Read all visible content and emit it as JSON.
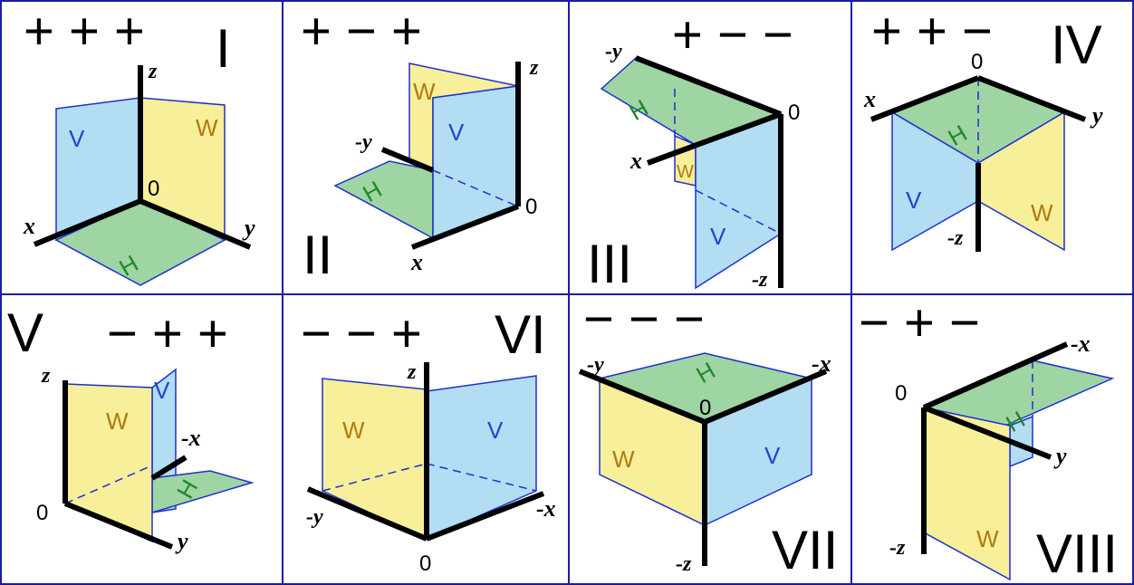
{
  "colors": {
    "grid_border": "#1a1aa8",
    "plane_V": "#b3ddf2",
    "plane_W": "#f8ef9a",
    "plane_H": "#9fd4a3",
    "letter_V": "#2244cc",
    "letter_W": "#b07a10",
    "letter_H": "#1f8a2a",
    "edge": "#1e2fd0",
    "axis": "#000000"
  },
  "plane_letters": {
    "V": "V",
    "W": "W",
    "H": "H"
  },
  "octants": [
    {
      "roman": "I",
      "signs": "+ + +",
      "origin": "0",
      "axes": {
        "x": "x",
        "y": "y",
        "z": "z"
      }
    },
    {
      "roman": "II",
      "signs": "+ − +",
      "origin": "0",
      "axes": {
        "x": "x",
        "y": "-y",
        "z": "z"
      }
    },
    {
      "roman": "III",
      "signs": "+ − −",
      "origin": "0",
      "axes": {
        "x": "x",
        "y": "-y",
        "z": "-z"
      }
    },
    {
      "roman": "IV",
      "signs": "+ + −",
      "origin": "0",
      "axes": {
        "x": "x",
        "y": "y",
        "z": "-z"
      }
    },
    {
      "roman": "V",
      "signs": "− + +",
      "origin": "0",
      "axes": {
        "x": "-x",
        "y": "y",
        "z": "z"
      }
    },
    {
      "roman": "VI",
      "signs": "− − +",
      "origin": "0",
      "axes": {
        "x": "-x",
        "y": "-y",
        "z": "z"
      }
    },
    {
      "roman": "VII",
      "signs": "− − −",
      "origin": "0",
      "axes": {
        "x": "-x",
        "y": "-y",
        "z": "-z"
      }
    },
    {
      "roman": "VIII",
      "signs": "− + −",
      "origin": "0",
      "axes": {
        "x": "-x",
        "y": "y",
        "z": "-z"
      }
    }
  ]
}
